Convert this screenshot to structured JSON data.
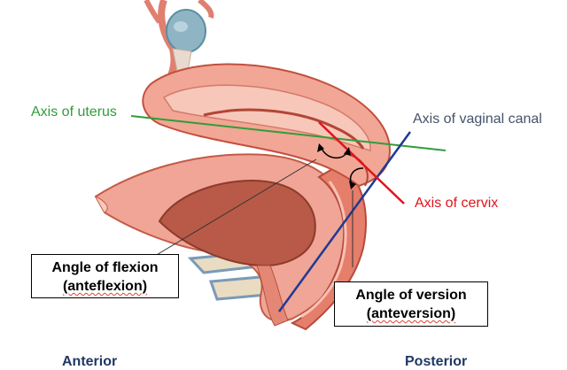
{
  "labels": {
    "axis_uterus": "Axis of uterus",
    "axis_vaginal_canal": "Axis of vaginal canal",
    "axis_cervix": "Axis of cervix",
    "angle_flexion_line1": "Angle of flexion",
    "angle_flexion_line2": "(anteflexion)",
    "angle_version_line1": "Angle of version",
    "angle_version_line2": "(anteversion)",
    "anterior": "Anterior",
    "posterior": "Posterior"
  },
  "colors": {
    "uterus_axis": "#2e9e3a",
    "vaginal_axis": "#1f3a93",
    "cervix_axis": "#e0141e",
    "tissue_light": "#f2b5a6",
    "tissue_dark": "#d9705f",
    "bladder_wall": "#e89a86",
    "label_gray": "#44546a"
  }
}
